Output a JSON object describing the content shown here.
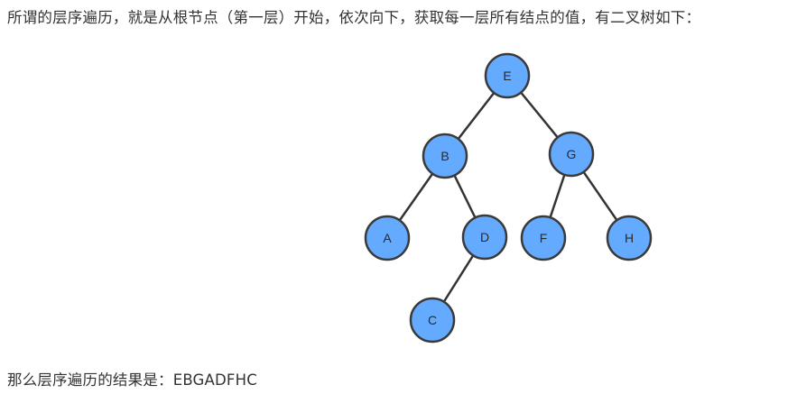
{
  "intro_text": "所谓的层序遍历，就是从根节点（第一层）开始，依次向下，获取每一层所有结点的值，有二叉树如下：",
  "result_text": "那么层序遍历的结果是：EBGADFHC",
  "tree": {
    "nodes": [
      {
        "id": "E",
        "label": "E"
      },
      {
        "id": "B",
        "label": "B"
      },
      {
        "id": "G",
        "label": "G"
      },
      {
        "id": "A",
        "label": "A"
      },
      {
        "id": "D",
        "label": "D"
      },
      {
        "id": "F",
        "label": "F"
      },
      {
        "id": "H",
        "label": "H"
      },
      {
        "id": "C",
        "label": "C"
      }
    ],
    "edges": [
      {
        "from": "E",
        "to": "B"
      },
      {
        "from": "E",
        "to": "G"
      },
      {
        "from": "B",
        "to": "A"
      },
      {
        "from": "B",
        "to": "D"
      },
      {
        "from": "D",
        "to": "C"
      },
      {
        "from": "G",
        "to": "F"
      },
      {
        "from": "G",
        "to": "H"
      }
    ],
    "colors": {
      "node_fill": "#64aaff",
      "node_stroke": "#3a3a3a",
      "edge": "#333333"
    }
  }
}
